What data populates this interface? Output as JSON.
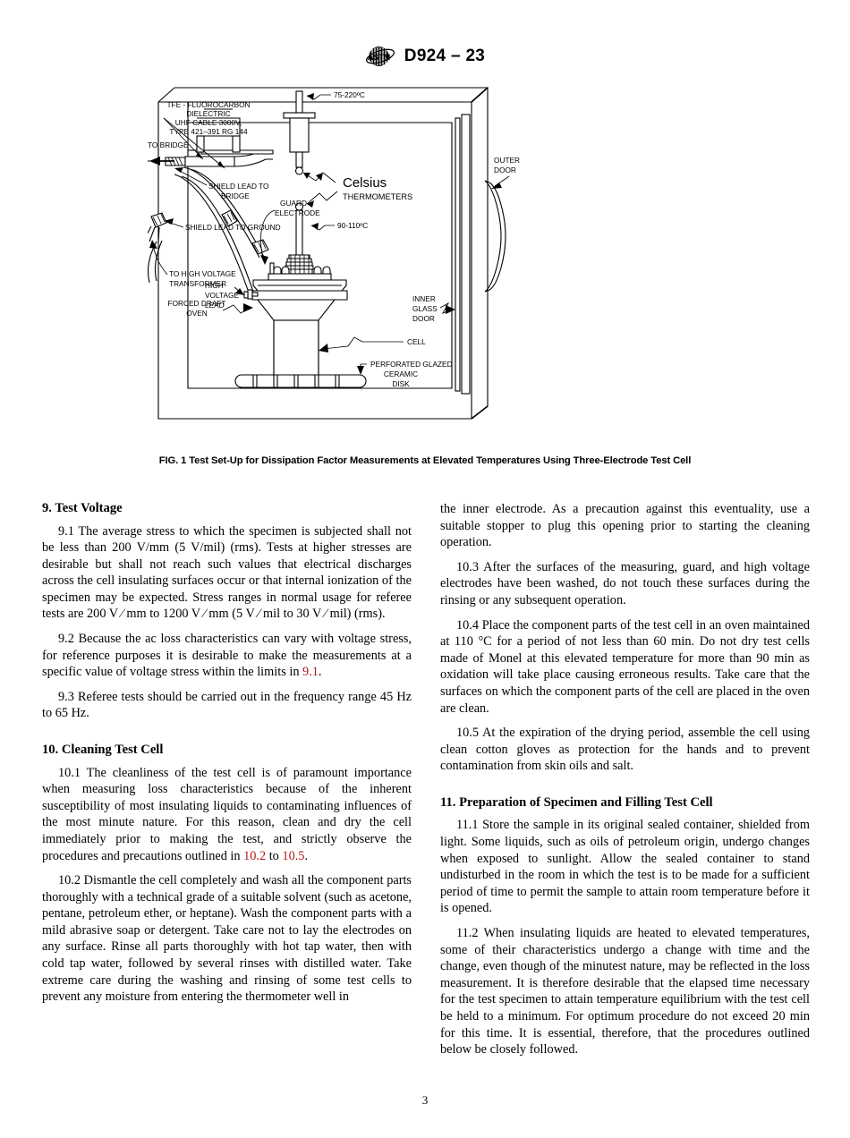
{
  "header": {
    "logo_icon": "astm-logo-icon",
    "designation": "D924 – 23"
  },
  "figure": {
    "caption": "FIG. 1  Test Set-Up for Dissipation Factor Measurements at Elevated Temperatures Using Three-Electrode Test Cell",
    "labels": {
      "tfe_cable": [
        "TFE - FLUOROCARBON",
        "DIELECTRIC",
        "UHF CABLE 3000V,",
        "TYPE 421–391 RG 144"
      ],
      "to_bridge": "TO BRIDGE",
      "shield_lead_bridge": [
        "SHIELD LEAD TO",
        "BRIDGE"
      ],
      "shield_lead_ground": "SHIELD LEAD TO GROUND",
      "to_hv_transformer": [
        "TO HIGH VOLTAGE",
        "TRANSFORMER"
      ],
      "forced_draft_oven": [
        "FORCED DRAFT",
        "OVEN"
      ],
      "high_voltage_lead": [
        "HIGH",
        "VOLTAGE",
        "LEAD"
      ],
      "guard_electrode": [
        "GUARD",
        "ELECTRODE"
      ],
      "temp_top": "75-220ºC",
      "temp_cell": "90-110ºC",
      "celsius": "Celsius",
      "thermometers": "THERMOMETERS",
      "outer_door": [
        "OUTER",
        "DOOR"
      ],
      "inner_glass_door": [
        "INNER",
        "GLASS",
        "DOOR"
      ],
      "cell": "CELL",
      "ceramic_disk": [
        "PERFORATED GLAZED",
        "CERAMIC",
        "DISK"
      ]
    }
  },
  "left_column": {
    "section9_title": "9.  Test Voltage",
    "p9_1": "9.1  The average stress to which the specimen is subjected shall not be less than 200 V/mm (5 V/mil) (rms). Tests at higher stresses are desirable but shall not reach such values that electrical discharges across the cell insulating surfaces occur or that internal ionization of the specimen may be expected. Stress ranges in normal usage for referee tests are 200 V ⁄ mm to 1200 V ⁄ mm (5 V ⁄ mil to 30 V ⁄ mil) (rms).",
    "p9_2_a": "9.2  Because the ac loss characteristics can vary with voltage stress, for reference purposes it is desirable to make the measurements at a specific value of voltage stress within the limits in ",
    "p9_2_ref": "9.1",
    "p9_2_b": ".",
    "p9_3": "9.3  Referee tests should be carried out in the frequency range 45 Hz to 65 Hz.",
    "section10_title": "10.  Cleaning Test Cell",
    "p10_1_a": "10.1  The cleanliness of the test cell is of paramount importance when measuring loss characteristics because of the inherent susceptibility of most insulating liquids to contaminating influences of the most minute nature. For this reason, clean and dry the cell immediately prior to making the test, and strictly observe the procedures and precautions outlined in ",
    "p10_1_ref1": "10.2",
    "p10_1_mid": " to ",
    "p10_1_ref2": "10.5",
    "p10_1_b": ".",
    "p10_2": "10.2  Dismantle the cell completely and wash all the component parts thoroughly with a technical grade of a suitable solvent (such as acetone, pentane, petroleum ether, or heptane). Wash the component parts with a mild abrasive soap or detergent. Take care not to lay the electrodes on any surface. Rinse all parts thoroughly with hot tap water, then with cold tap water, followed by several rinses with distilled water. Take extreme care during the washing and rinsing of some test cells to prevent any moisture from entering the thermometer well in"
  },
  "right_column": {
    "p10_2_cont": "the inner electrode. As a precaution against this eventuality, use a suitable stopper to plug this opening prior to starting the cleaning operation.",
    "p10_3": "10.3  After the surfaces of the measuring, guard, and high voltage electrodes have been washed, do not touch these surfaces during the rinsing or any subsequent operation.",
    "p10_4": "10.4  Place the component parts of the test cell in an oven maintained at 110 °C for a period of not less than 60 min. Do not dry test cells made of Monel at this elevated temperature for more than 90 min as oxidation will take place causing erroneous results. Take care that the surfaces on which the component parts of the cell are placed in the oven are clean.",
    "p10_5": "10.5  At the expiration of the drying period, assemble the cell using clean cotton gloves as protection for the hands and to prevent contamination from skin oils and salt.",
    "section11_title": "11.  Preparation of Specimen and Filling Test Cell",
    "p11_1": "11.1  Store the sample in its original sealed container, shielded from light. Some liquids, such as oils of petroleum origin, undergo changes when exposed to sunlight. Allow the sealed container to stand undisturbed in the room in which the test is to be made for a sufficient period of time to permit the sample to attain room temperature before it is opened.",
    "p11_2": "11.2  When insulating liquids are heated to elevated temperatures, some of their characteristics undergo a change with time and the change, even though of the minutest nature, may be reflected in the loss measurement. It is therefore desirable that the elapsed time necessary for the test specimen to attain temperature equilibrium with the test cell be held to a minimum. For optimum procedure do not exceed 20 min for this time. It is essential, therefore, that the procedures outlined below be closely followed."
  },
  "footer": {
    "page_number": "3"
  }
}
